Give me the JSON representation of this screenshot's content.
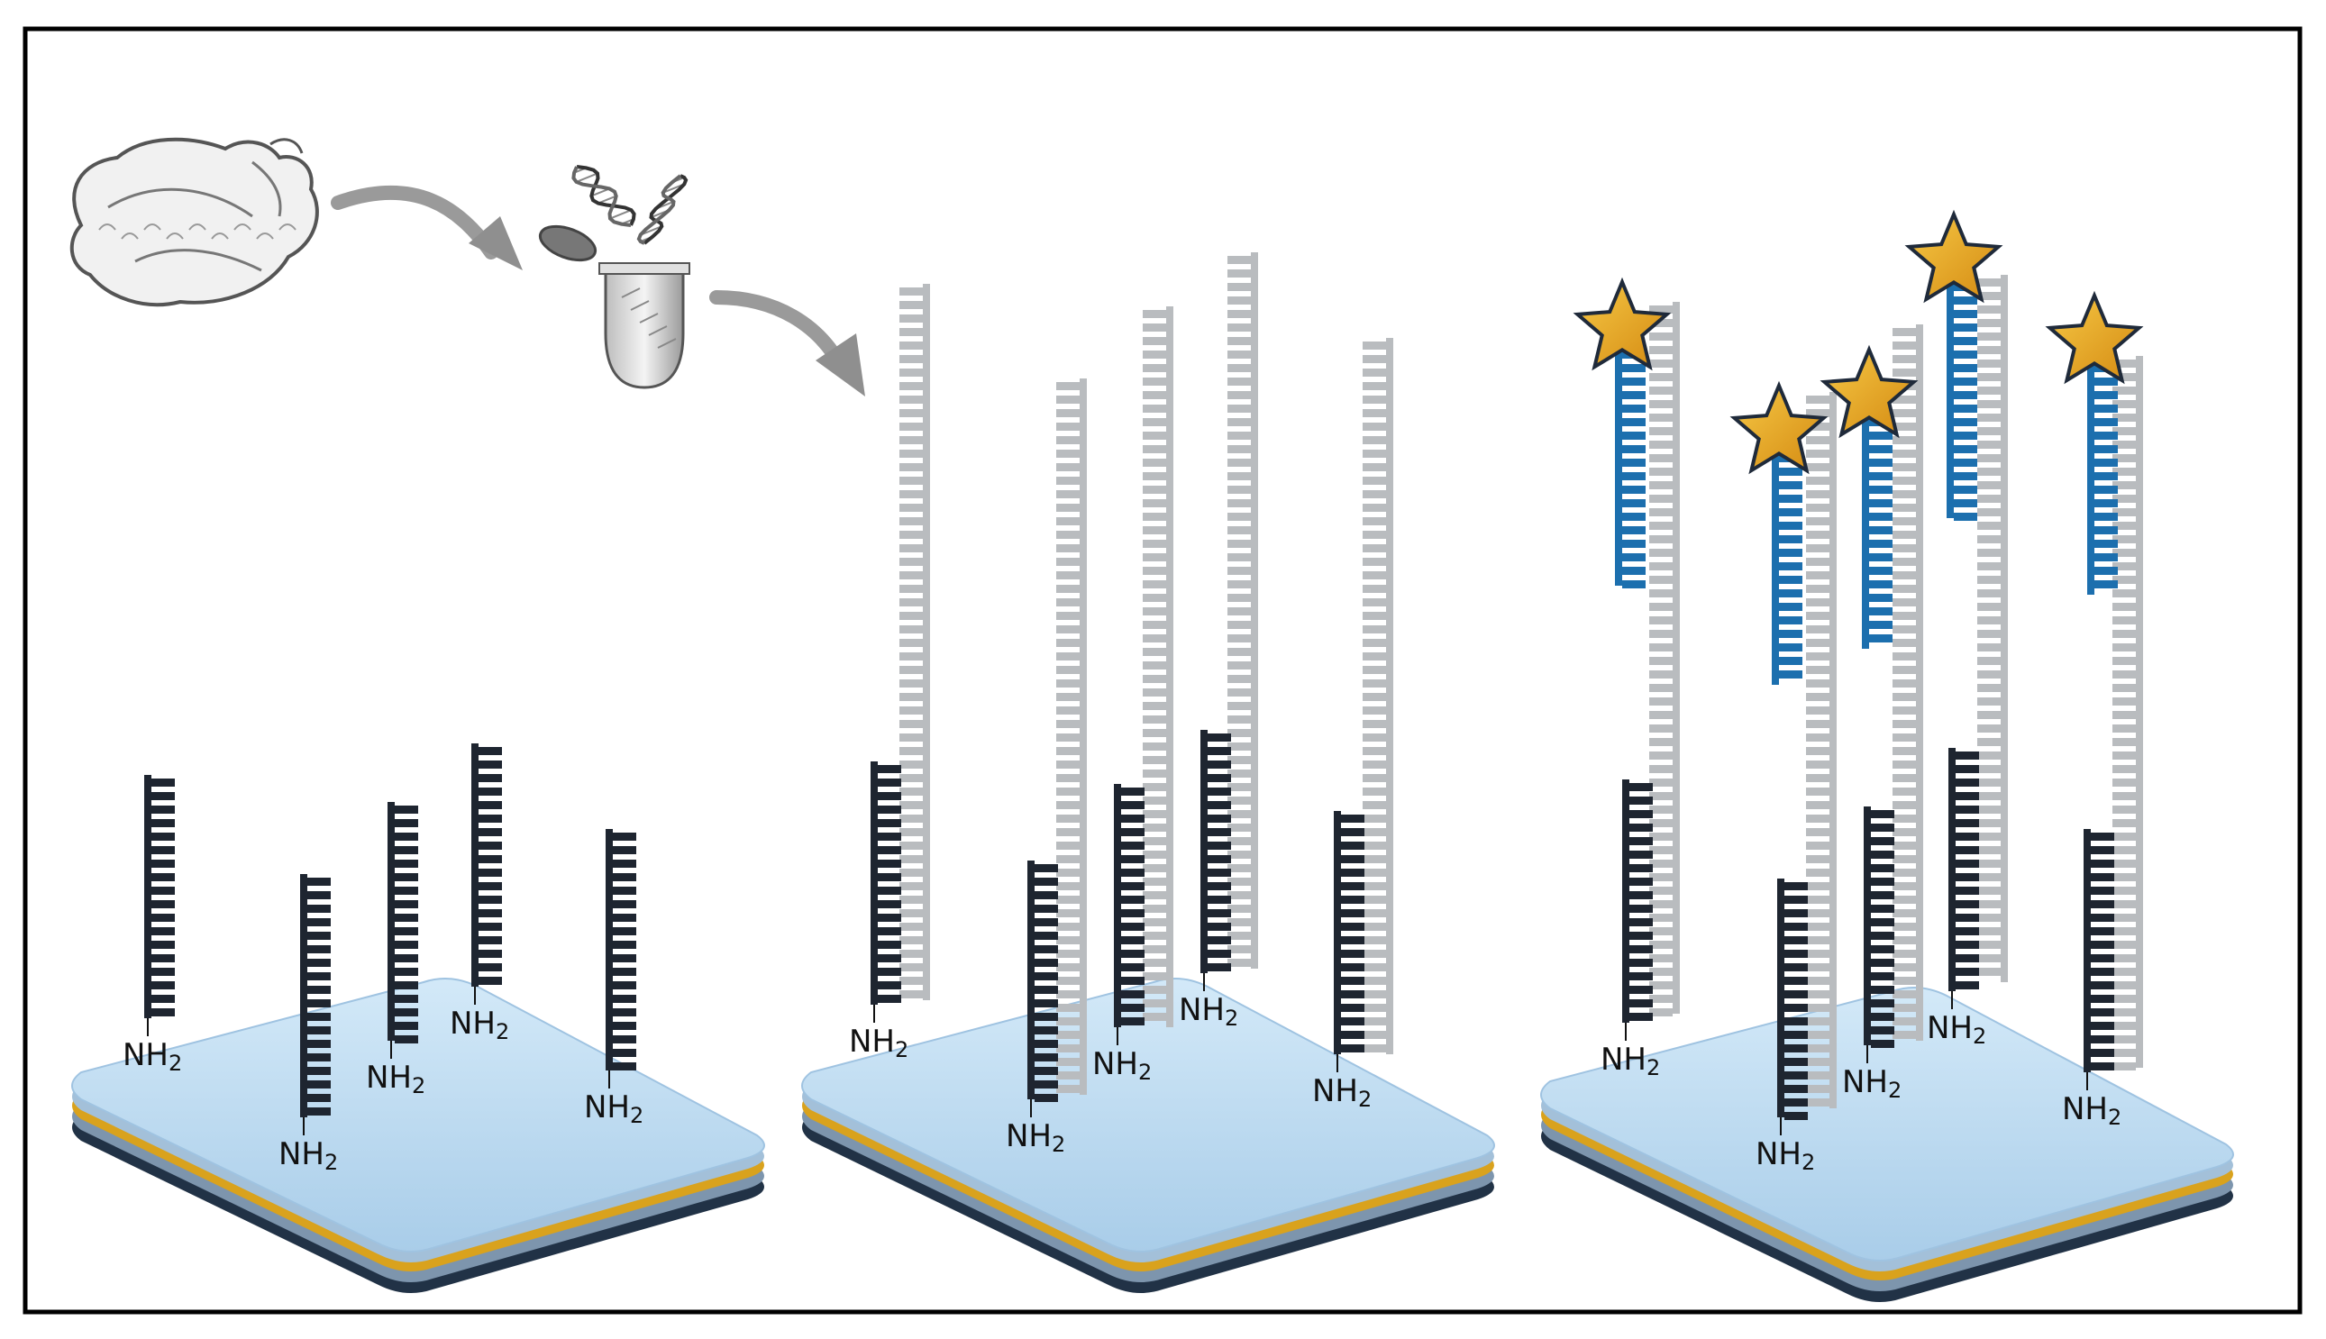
{
  "figure": {
    "amine_label": "NH",
    "amine_subscript": "2",
    "colors": {
      "probe_strand": "#1e2530",
      "target_strand": "#b9bcbf",
      "reporter_strand": "#1c6fae",
      "label_star": "#e7a21c",
      "label_star_edge": "#1f2a3a",
      "chip_top": "#bfdcf2",
      "chip_gold_layer": "#d9a21d",
      "chip_base_layer": "#213246",
      "arrow": "#9a9a9a"
    },
    "icons": [
      "chicken-icon",
      "dna-helix-icon",
      "sample-tube-icon",
      "process-arrow-icon",
      "fluorescent-star-icon"
    ],
    "panels": [
      {
        "name": "immobilized-probes",
        "probe_count": 5,
        "target_count": 0,
        "reporter_count": 0
      },
      {
        "name": "target-hybridization",
        "probe_count": 5,
        "target_count": 5,
        "reporter_count": 0
      },
      {
        "name": "reporter-detection",
        "probe_count": 5,
        "target_count": 5,
        "reporter_count": 5
      }
    ]
  }
}
